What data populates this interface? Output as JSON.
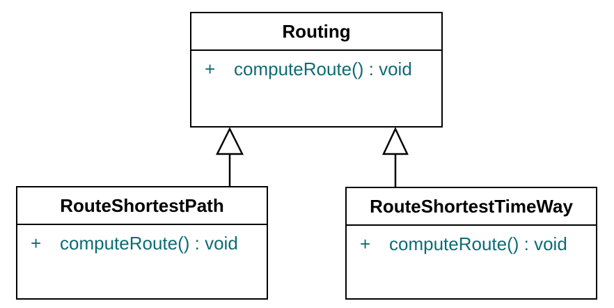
{
  "diagram": {
    "type": "uml-class-diagram",
    "background_color": "#ffffff",
    "box_fill_color": "#ffffff",
    "box_border_color": "#000000",
    "class_name_color": "#000000",
    "member_text_color": "#0d6b75"
  },
  "classes": [
    {
      "name": "Routing",
      "methods": [
        {
          "visibility": "+",
          "signature": "computeRoute() : void"
        }
      ]
    },
    {
      "name": "RouteShortestPath",
      "methods": [
        {
          "visibility": "+",
          "signature": "computeRoute() : void"
        }
      ]
    },
    {
      "name": "RouteShortestTimeWay",
      "methods": [
        {
          "visibility": "+",
          "signature": "computeRoute() : void"
        }
      ]
    }
  ],
  "relationships": [
    {
      "type": "generalization",
      "from": "RouteShortestPath",
      "to": "Routing",
      "arrowhead": "hollow-triangle"
    },
    {
      "type": "generalization",
      "from": "RouteShortestTimeWay",
      "to": "Routing",
      "arrowhead": "hollow-triangle"
    }
  ]
}
